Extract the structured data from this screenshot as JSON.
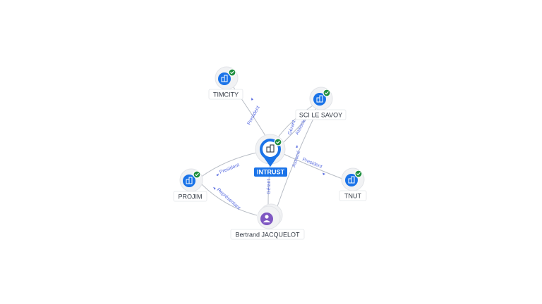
{
  "nodes": [
    {
      "id": "intrust",
      "label": "INTRUST",
      "icon": "company-building-icon",
      "verified": true,
      "focus": true
    },
    {
      "id": "timcity",
      "label": "TIMCITY",
      "icon": "company-building-icon",
      "verified": true
    },
    {
      "id": "sci_le_savoy",
      "label": "SCI LE SAVOY",
      "icon": "company-building-icon",
      "verified": true
    },
    {
      "id": "projim",
      "label": "PROJIM",
      "icon": "company-building-icon",
      "verified": true
    },
    {
      "id": "tnut",
      "label": "TNUT",
      "icon": "company-building-icon",
      "verified": true
    },
    {
      "id": "bertrand",
      "label": "Bertrand JACQUELOT",
      "icon": "person-icon",
      "verified": false
    }
  ],
  "edges": [
    {
      "from": "intrust",
      "to": "timcity",
      "label": "President"
    },
    {
      "from": "intrust",
      "to": "sci_le_savoy",
      "label": "Gérant"
    },
    {
      "from": "intrust",
      "to": "sci_le_savoy",
      "label": "Associé"
    },
    {
      "from": "intrust",
      "to": "projim",
      "label": "President"
    },
    {
      "from": "intrust",
      "to": "tnut",
      "label": "President"
    },
    {
      "from": "bertrand",
      "to": "intrust",
      "label": "Gérant"
    },
    {
      "from": "bertrand",
      "to": "projim",
      "label": "Représentant"
    },
    {
      "from": "bertrand",
      "to": "sci_le_savoy",
      "label": "Associé"
    }
  ],
  "colors": {
    "accent": "#1a73e8",
    "verified": "#1e8e3e",
    "person": "#7e57c2",
    "edge_label": "#5b6ee1"
  }
}
